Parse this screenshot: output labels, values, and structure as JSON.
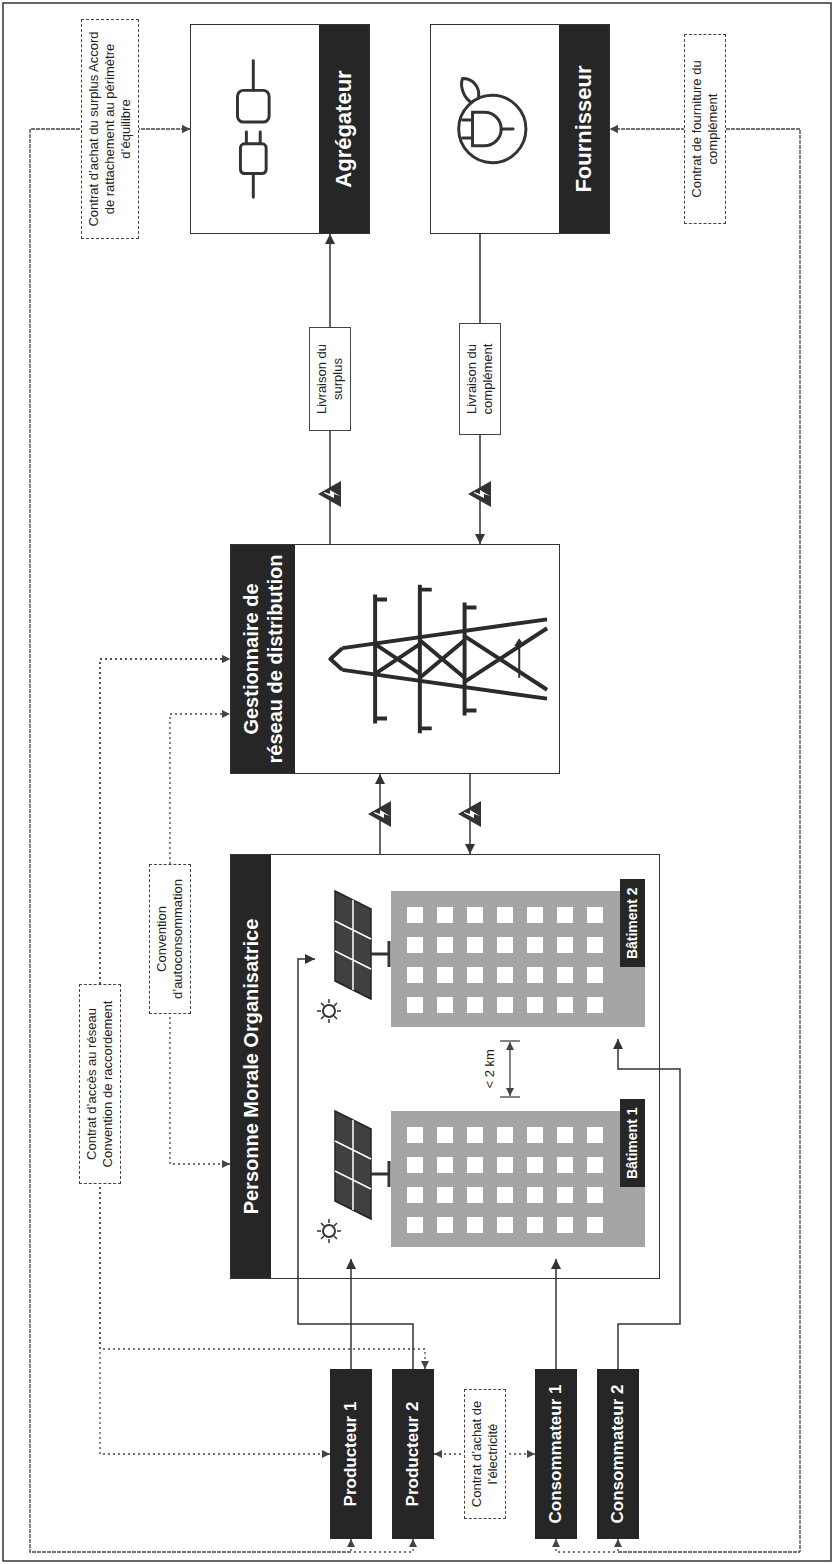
{
  "diagram": {
    "nodes": [
      {
        "text": [
          "Producteur 1"
        ]
      },
      {
        "text": [
          "Producteur 2"
        ]
      },
      {
        "text": [
          "Consommateur 1"
        ]
      },
      {
        "text": [
          "Consommateur 2"
        ]
      },
      {
        "text": [
          "Personne Morale Organisatrice"
        ]
      },
      {
        "text": [
          "Bâtiment 1"
        ],
        "in": 4
      },
      {
        "text": [
          "Bâtiment 2"
        ],
        "in": 4
      },
      {
        "text": [
          "Gestionnaire de réseau de distribution"
        ]
      },
      {
        "text": [
          "Agrégateur"
        ]
      },
      {
        "text": [
          "Fournisseur"
        ]
      }
    ],
    "edges": [
      {
        "from": 0,
        "to": 5,
        "arrow": "to"
      },
      {
        "from": 1,
        "to": 6,
        "arrow": "to"
      },
      {
        "from": 2,
        "to": 5,
        "arrow": "to"
      },
      {
        "from": 3,
        "to": 6,
        "arrow": "to"
      },
      {
        "from": 4,
        "to": 7,
        "arrow": "to"
      },
      {
        "from": 7,
        "to": 4,
        "arrow": "to"
      },
      {
        "from": 7,
        "to": 8,
        "arrow": "to",
        "label": "Livraison du surplus"
      },
      {
        "from": 9,
        "to": 7,
        "arrow": "to",
        "label": "Livraison du complément"
      },
      {
        "from": 0,
        "to": 8,
        "arrow": "both",
        "label": "Contrat d’achat du surplus Accord de rattachement au périmètre d’équilibre"
      },
      {
        "from": 1,
        "to": 8,
        "arrow": "both"
      },
      {
        "from": 0,
        "to": 7,
        "arrow": "both",
        "label": "Contrat d’accès au réseau Convention de raccordement"
      },
      {
        "from": 1,
        "to": 7,
        "arrow": "both"
      },
      {
        "from": 4,
        "to": 7,
        "arrow": "both",
        "label": "Convention d’autoconsommation"
      },
      {
        "from": 2,
        "to": 9,
        "arrow": "both",
        "label": "Contrat de fourniture du complément"
      },
      {
        "from": 3,
        "to": 9,
        "arrow": "both"
      },
      {
        "from": 1,
        "to": 2,
        "arrow": "both",
        "label": "Contrat d’achat de l’électricité"
      }
    ],
    "labels": [
      "< 2 km"
    ]
  }
}
